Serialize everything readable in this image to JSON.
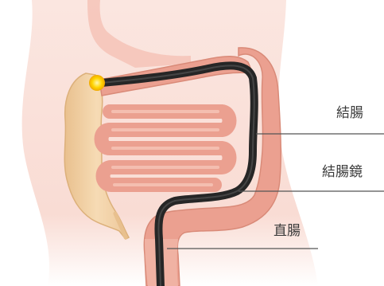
{
  "labels": {
    "colon": "結腸",
    "colonoscope": "結腸鏡",
    "rectum": "直腸"
  },
  "colors": {
    "skin": "#f9dfd8",
    "intestine": "#eba090",
    "intestine_dark": "#dd8d7b",
    "cecum_appendix": "#f2cfa2",
    "scope": "#222222",
    "scope_tip": "#ffd400",
    "leader_line": "#555555",
    "label_text": "#3a3a3a"
  }
}
